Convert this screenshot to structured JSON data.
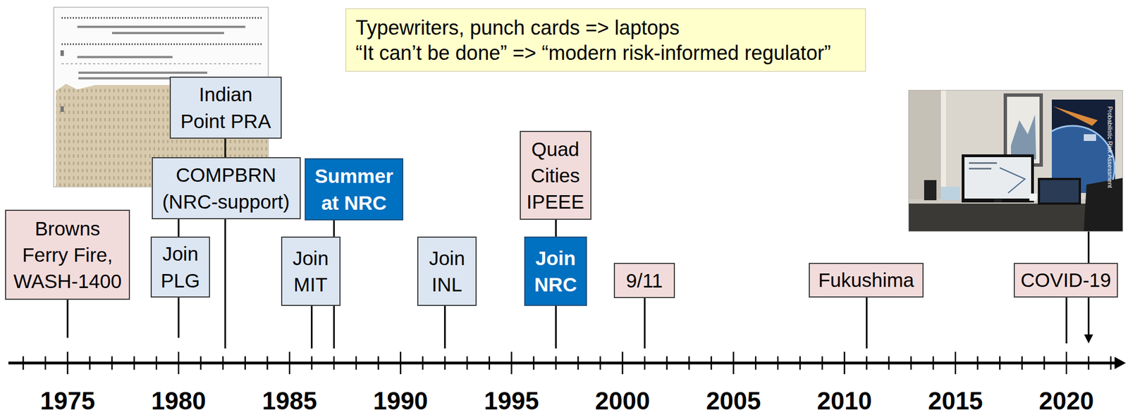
{
  "diagram": {
    "nodes": [
      {
        "text": [
          "Typewriters, punch cards => laptops",
          "“It can’t be done” => “modern risk-informed regulator”"
        ]
      },
      {
        "text": [
          "Indian Point PRA"
        ]
      },
      {
        "text": [
          "COMPBRN (NRC-support)"
        ]
      },
      {
        "text": [
          "Summer at NRC"
        ]
      },
      {
        "text": [
          "Quad Cities IPEEE"
        ]
      },
      {
        "text": [
          "Browns Ferry Fire, WASH-1400"
        ]
      },
      {
        "text": [
          "Join PLG"
        ]
      },
      {
        "text": [
          "Join MIT"
        ]
      },
      {
        "text": [
          "Join INL"
        ]
      },
      {
        "text": [
          "Join NRC"
        ]
      },
      {
        "text": [
          "9/11"
        ]
      },
      {
        "text": [
          "Fukushima"
        ]
      },
      {
        "text": [
          "COVID-19"
        ]
      }
    ],
    "edges": [
      {
        "from": 1,
        "to": 2,
        "arrow": "none"
      },
      {
        "from": 2,
        "to": 6,
        "arrow": "none"
      },
      {
        "from": 3,
        "to": 7,
        "arrow": "none"
      },
      {
        "from": 4,
        "to": 9,
        "arrow": "none"
      }
    ],
    "labels": [
      "1975",
      "1980",
      "1985",
      "1990",
      "1995",
      "2000",
      "2005",
      "2010",
      "2015",
      "2020",
      "Probabilistic Risk Assessment"
    ]
  }
}
